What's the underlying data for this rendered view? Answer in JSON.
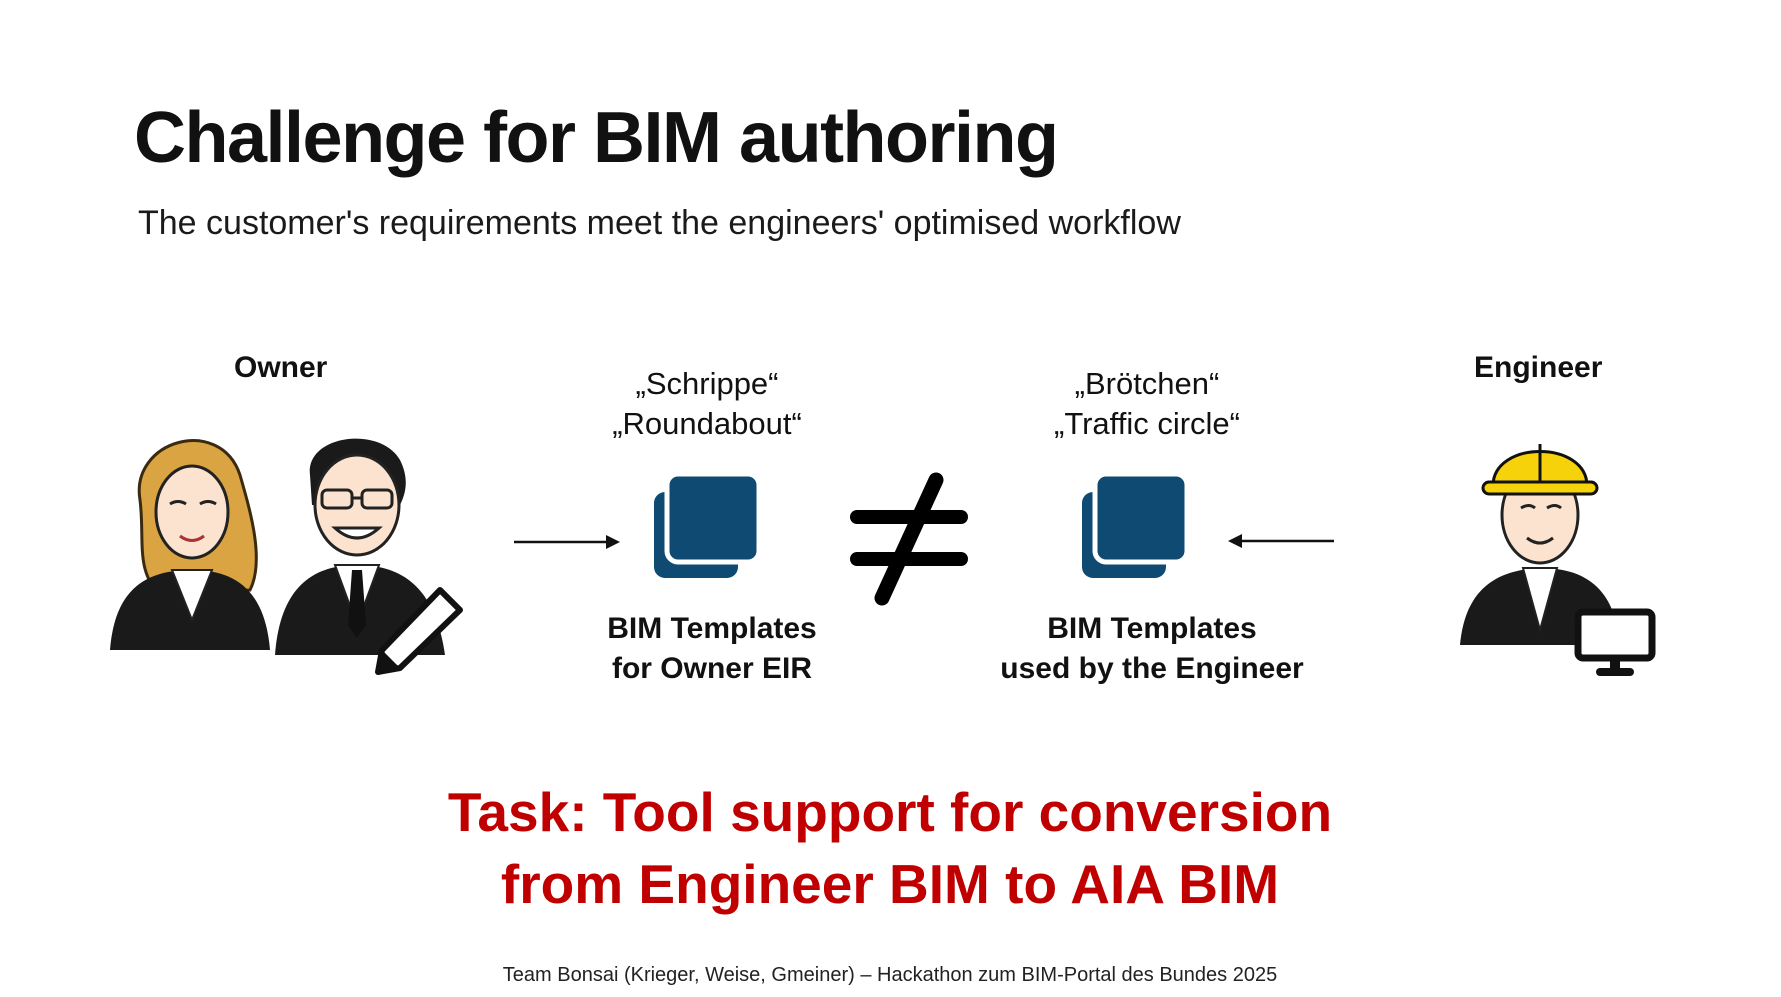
{
  "slide": {
    "title": "Challenge for BIM authoring",
    "subtitle": "The customer's requirements meet the engineers' optimised workflow"
  },
  "owner": {
    "label": "Owner",
    "terms": [
      "„Schrippe“",
      "„Roundabout“"
    ],
    "caption": [
      "BIM Templates",
      "for Owner EIR"
    ]
  },
  "engineer": {
    "label": "Engineer",
    "terms": [
      "„Brötchen“",
      "„Traffic circle“"
    ],
    "caption": [
      "BIM Templates",
      "used by the Engineer"
    ]
  },
  "icons": {
    "owner_people": "owner-people-icon",
    "engineer_person": "engineer-person-icon",
    "template_stack": "template-stack-icon",
    "not_equal": "not-equal-icon",
    "monitor": "monitor-icon",
    "pen": "pen-icon"
  },
  "colors": {
    "template_blue": "#0f4a73",
    "task_red": "#c00000",
    "hair_blonde": "#d9a441",
    "helmet_yellow": "#f5d20a"
  },
  "task": {
    "lines": [
      "Task: Tool support for conversion",
      "from Engineer BIM to AIA BIM"
    ]
  },
  "footer": "Team Bonsai (Krieger, Weise, Gmeiner) – Hackathon zum BIM-Portal des Bundes 2025"
}
